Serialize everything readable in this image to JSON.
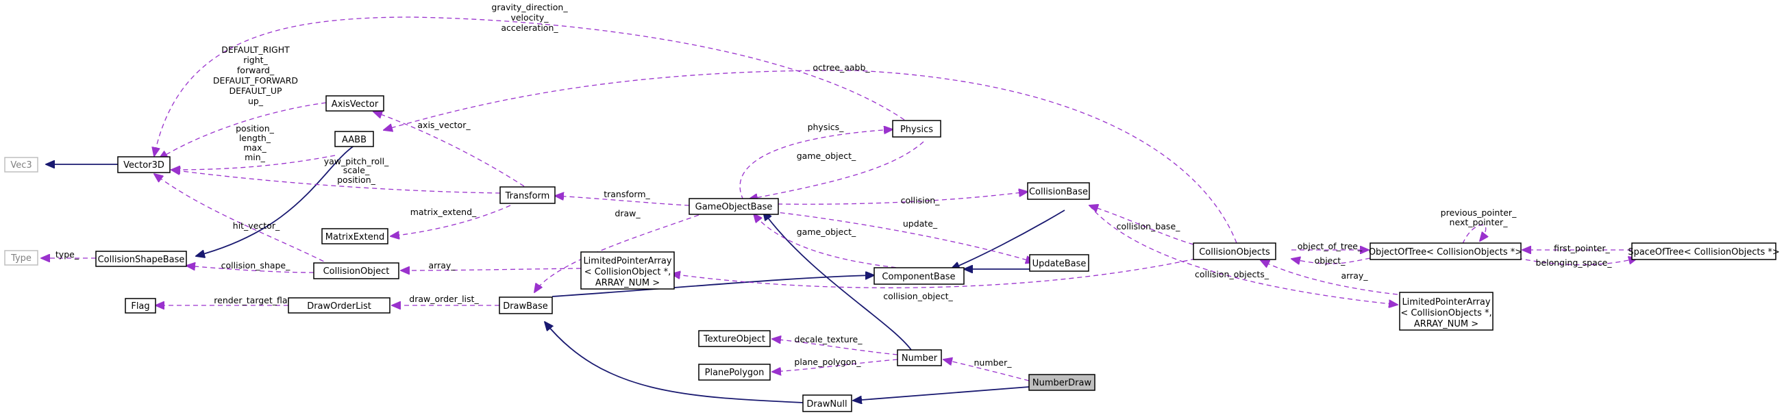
{
  "nodes": {
    "vec3": "Vec3",
    "vector3d": "Vector3D",
    "type": "Type",
    "collision_shape_base": "CollisionShapeBase",
    "flag": "Flag",
    "axis_vector": "AxisVector",
    "aabb": "AABB",
    "matrix_extend": "MatrixExtend",
    "collision_object": "CollisionObject",
    "draw_order_list": "DrawOrderList",
    "transform": "Transform",
    "draw_base": "DrawBase",
    "limited_pointer_array_co": [
      "LimitedPointerArray",
      "< CollisionObject *,",
      "ARRAY_NUM >"
    ],
    "physics": "Physics",
    "game_object_base": "GameObjectBase",
    "texture_object": "TextureObject",
    "plane_polygon": "PlanePolygon",
    "draw_null": "DrawNull",
    "component_base": "ComponentBase",
    "number": "Number",
    "collision_base": "CollisionBase",
    "update_base": "UpdateBase",
    "number_draw": "NumberDraw",
    "collision_objects": "CollisionObjects",
    "object_of_tree": "ObjectOfTree< CollisionObjects *>",
    "limited_pointer_array_cos": [
      "LimitedPointerArray",
      "< CollisionObjects *,",
      "ARRAY_NUM >"
    ],
    "space_of_tree": "SpaceOfTree< CollisionObjects *>"
  },
  "edge_labels": {
    "gravity": [
      "gravity_direction_",
      "velocity_",
      "acceleration_"
    ],
    "default_axes": [
      "DEFAULT_RIGHT",
      "right_",
      "forward_",
      "DEFAULT_FORWARD",
      "DEFAULT_UP",
      "up_"
    ],
    "aabb_members": [
      "position_",
      "length_",
      "max_",
      "min_"
    ],
    "transform_members": [
      "yaw_pitch_roll_",
      "scale_",
      "position_"
    ],
    "octree_aabb": "octree_aabb_",
    "axis_vector": "axis_vector_",
    "physics": "physics_",
    "game_object_physics": "game_object_",
    "transform": "transform_",
    "matrix_extend": "matrix_extend_",
    "hit_vector": "hit_vector_",
    "type": "type_",
    "collision_shape": "collision_shape_",
    "array": "array_",
    "draw": "draw_",
    "game_object_component": "game_object_",
    "collision": "collision_",
    "update": "update_",
    "render_target_flag": "render_target_flag_",
    "draw_order_list": "draw_order_list_",
    "collision_object": "collision_object_",
    "decale_texture": "decale_texture_",
    "plane_polygon": "plane_polygon_",
    "number": "number_",
    "collision_base": "collision_base_",
    "object_of_tree": "object_of_tree_",
    "object": "object_",
    "collision_objects": "collision_objects_",
    "array_cos": "array_",
    "tree_pointers": [
      "previous_pointer_",
      "next_pointer_"
    ],
    "first_pointer": "first_pointer_",
    "belonging_space": "belonging_space_"
  },
  "colors": {
    "inheritance": "#191970",
    "usage": "#9a32cd",
    "external_border": "#bfbfbf",
    "focus_fill": "#bfbfbf"
  }
}
